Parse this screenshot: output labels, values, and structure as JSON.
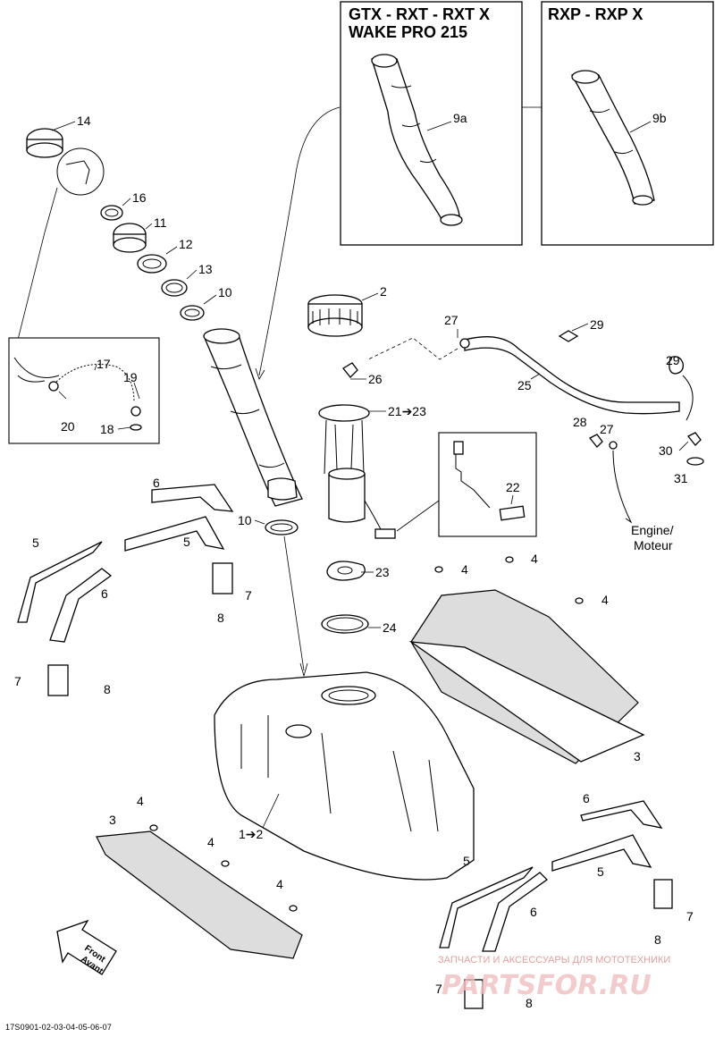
{
  "boxes": {
    "left_title_line1": "GTX - RXT - RXT X",
    "left_title_line2": "WAKE PRO 215",
    "right_title": "RXP - RXP X"
  },
  "callouts": {
    "c2": "2",
    "c3": "3",
    "c4": "4",
    "c5": "5",
    "c6": "6",
    "c7": "7",
    "c8": "8",
    "c9a": "9a",
    "c9b": "9b",
    "c10": "10",
    "c11": "11",
    "c12": "12",
    "c13": "13",
    "c14": "14",
    "c16": "16",
    "c17": "17",
    "c18": "18",
    "c19": "19",
    "c20": "20",
    "c21": "21➔23",
    "c22": "22",
    "c23": "23",
    "c24": "24",
    "c25": "25",
    "c26": "26",
    "c27": "27",
    "c28": "28",
    "c29": "29",
    "c30": "30",
    "c31": "31",
    "c1": "1➔2"
  },
  "labels": {
    "engine_line1": "Engine/",
    "engine_line2": "Moteur",
    "front_line1": "Front",
    "front_line2": "Avant"
  },
  "footer": "17S0901-02-03-04-05-06-07",
  "watermark": {
    "text": "ЗАПЧАСТИ И АКСЕССУАРЫ ДЛЯ МОТОТЕХНИКИ",
    "logo": "PARTSFOR.RU"
  }
}
